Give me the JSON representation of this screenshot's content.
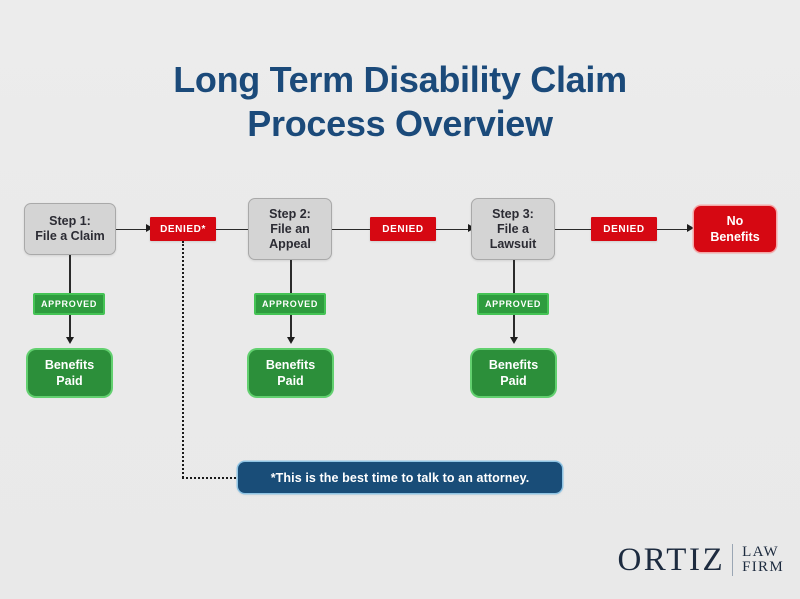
{
  "page": {
    "background_color": "#ebebeb",
    "title_line1": "Long Term Disability Claim",
    "title_line2": "Process Overview",
    "title_color": "#1b4a7a"
  },
  "colors": {
    "navy": "#1b4a7a",
    "red": "#d60812",
    "green": "#2c8f3a",
    "green_light_border": "#62d06f",
    "gray_box": "#d4d4d4",
    "attorney_navy": "#194d78"
  },
  "flow": {
    "steps": [
      {
        "step_label": "Step 1:\nFile a Claim",
        "step_line1": "Step 1:",
        "step_line2": "File a Claim",
        "step_line3": "",
        "denied_label": "DENIED*",
        "approved_label": "APPROVED",
        "benefits_line1": "Benefits",
        "benefits_line2": "Paid"
      },
      {
        "step_label": "Step 2:\nFile an\nAppeal",
        "step_line1": "Step 2:",
        "step_line2": "File an",
        "step_line3": "Appeal",
        "denied_label": "DENIED",
        "approved_label": "APPROVED",
        "benefits_line1": "Benefits",
        "benefits_line2": "Paid"
      },
      {
        "step_label": "Step 3:\nFile a\nLawsuit",
        "step_line1": "Step 3:",
        "step_line2": "File a",
        "step_line3": "Lawsuit",
        "denied_label": "DENIED",
        "approved_label": "APPROVED",
        "benefits_line1": "Benefits",
        "benefits_line2": "Paid"
      }
    ],
    "terminal": {
      "line1": "No",
      "line2": "Benefits"
    },
    "footnote": "*This is the best time to talk to an attorney."
  },
  "logo": {
    "primary": "ORTIZ",
    "secondary_line1": "LAW",
    "secondary_line2": "FIRM"
  }
}
